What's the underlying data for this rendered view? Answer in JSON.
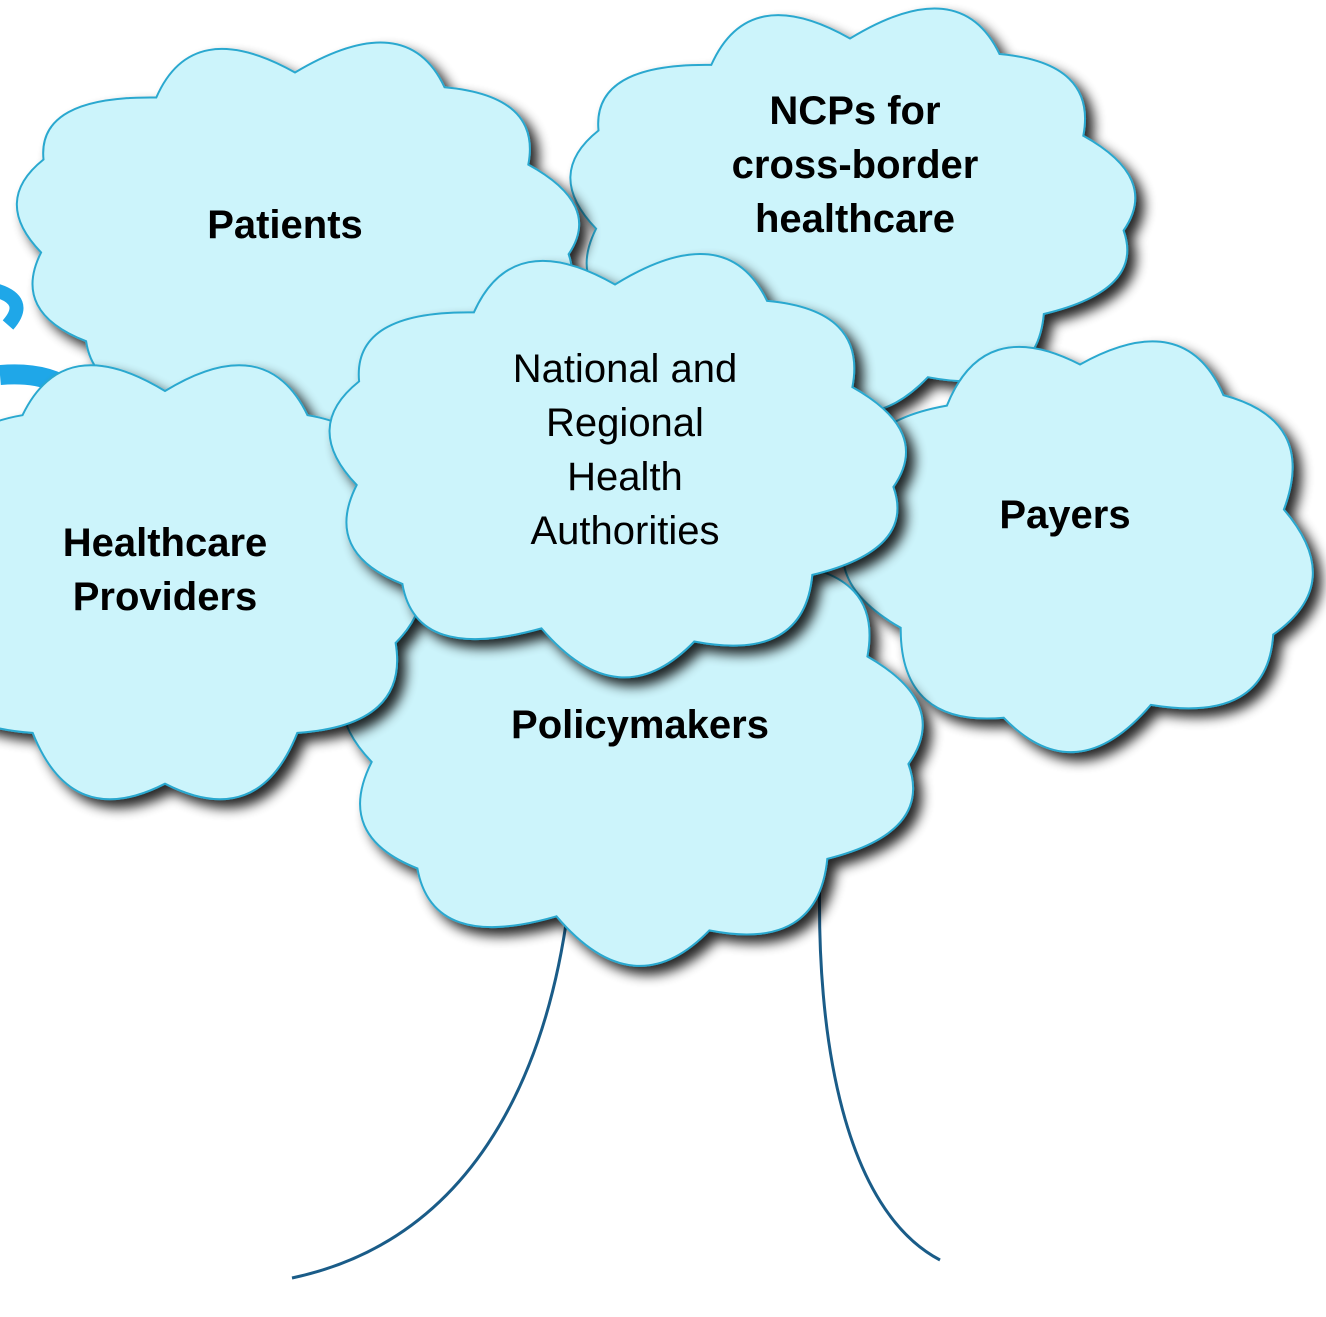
{
  "colors": {
    "cloud_fill": "#ccf4fb",
    "cloud_stroke": "#2aa8cf",
    "cloud_shadow": "#333333",
    "trunk": "#1a5c88",
    "accent_arc": "#1fa7e8"
  },
  "clouds": {
    "patients": {
      "label": "Patients"
    },
    "ncps": {
      "label": "NCPs for\ncross-border\nhealthcare"
    },
    "payers": {
      "label": "Payers"
    },
    "policymakers": {
      "label": "Policymakers"
    },
    "providers": {
      "label": "Healthcare\nProviders"
    },
    "authorities": {
      "label": "National and\nRegional\nHealth\nAuthorities"
    }
  }
}
